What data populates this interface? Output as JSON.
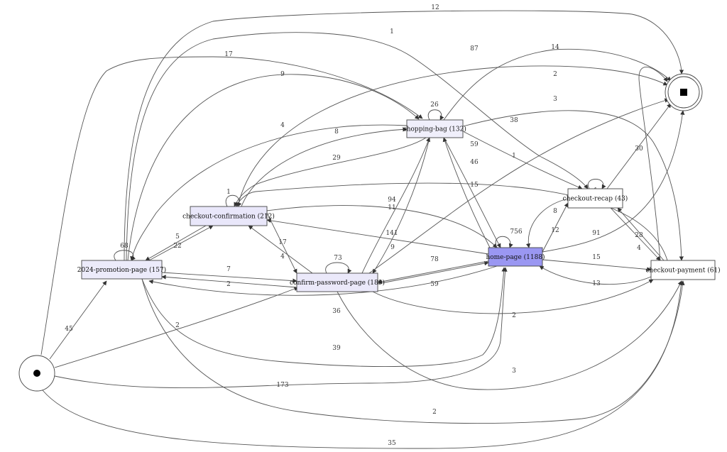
{
  "graph": {
    "start": {
      "id": "start"
    },
    "end": {
      "id": "end"
    },
    "nodes": [
      {
        "id": "promo",
        "label": "2024-promotion-page (157)",
        "fill": "#ecebfa"
      },
      {
        "id": "confirmation",
        "label": "checkout-confirmation (212)",
        "fill": "#e9e7fa"
      },
      {
        "id": "bag",
        "label": "shopping-bag (132)",
        "fill": "#f0effb"
      },
      {
        "id": "password",
        "label": "confirm-password-page (189)",
        "fill": "#ebe9fa"
      },
      {
        "id": "home",
        "label": "home-page (1188)",
        "fill": "#9a97f2"
      },
      {
        "id": "recap",
        "label": "checkout-recap (43)",
        "fill": "#ffffff"
      },
      {
        "id": "payment",
        "label": "checkout-payment (61)",
        "fill": "#ffffff"
      }
    ],
    "edges": [
      {
        "from": "start",
        "to": "promo",
        "label": "45"
      },
      {
        "from": "start",
        "to": "password",
        "label": "2"
      },
      {
        "from": "start",
        "to": "home",
        "label": "173"
      },
      {
        "from": "start",
        "to": "payment",
        "label": "35"
      },
      {
        "from": "start",
        "to": "bag",
        "label": "17"
      },
      {
        "from": "promo",
        "to": "promo",
        "label": "68"
      },
      {
        "from": "promo",
        "to": "end",
        "label": "12"
      },
      {
        "from": "promo",
        "to": "recap",
        "label": "1"
      },
      {
        "from": "promo",
        "to": "bag",
        "label": "9"
      },
      {
        "from": "promo",
        "to": "confirmation",
        "label": "5"
      },
      {
        "from": "promo",
        "to": "password",
        "label": "7"
      },
      {
        "from": "promo",
        "to": "home",
        "label": "39"
      },
      {
        "from": "promo",
        "to": "payment",
        "label": "2"
      },
      {
        "from": "bag",
        "to": "promo",
        "label": "4"
      },
      {
        "from": "bag",
        "to": "bag",
        "label": "26"
      },
      {
        "from": "bag",
        "to": "end",
        "label": "14"
      },
      {
        "from": "bag",
        "to": "confirmation",
        "label": "29"
      },
      {
        "from": "bag",
        "to": "password",
        "label": "9"
      },
      {
        "from": "bag",
        "to": "home",
        "label": "59"
      },
      {
        "from": "bag",
        "to": "recap",
        "label": "1"
      },
      {
        "from": "bag",
        "to": "payment",
        "label": "3"
      },
      {
        "from": "confirmation",
        "to": "confirmation",
        "label": "1"
      },
      {
        "from": "confirmation",
        "to": "promo",
        "label": "22"
      },
      {
        "from": "confirmation",
        "to": "bag",
        "label": "8"
      },
      {
        "from": "confirmation",
        "to": "end",
        "label": "87"
      },
      {
        "from": "confirmation",
        "to": "password",
        "label": "17"
      },
      {
        "from": "confirmation",
        "to": "home",
        "label": "94"
      },
      {
        "from": "password",
        "to": "password",
        "label": "73"
      },
      {
        "from": "password",
        "to": "promo",
        "label": "2"
      },
      {
        "from": "password",
        "to": "confirmation",
        "label": "4"
      },
      {
        "from": "password",
        "to": "bag",
        "label": "11"
      },
      {
        "from": "password",
        "to": "home",
        "label": "59"
      },
      {
        "from": "password",
        "to": "payment",
        "label": "3"
      },
      {
        "from": "password",
        "to": "end",
        "label": "38"
      },
      {
        "from": "home",
        "to": "home",
        "label": "756"
      },
      {
        "from": "home",
        "to": "promo",
        "label": "36"
      },
      {
        "from": "home",
        "to": "confirmation",
        "label": "141"
      },
      {
        "from": "home",
        "to": "bag",
        "label": "46"
      },
      {
        "from": "home",
        "to": "password",
        "label": "78"
      },
      {
        "from": "home",
        "to": "recap",
        "label": "12"
      },
      {
        "from": "home",
        "to": "payment",
        "label": "15"
      },
      {
        "from": "home",
        "to": "end",
        "label": "91"
      },
      {
        "from": "recap",
        "to": "recap",
        "label": "1"
      },
      {
        "from": "recap",
        "to": "home",
        "label": "8"
      },
      {
        "from": "recap",
        "to": "end",
        "label": "30"
      },
      {
        "from": "recap",
        "to": "payment",
        "label": "28"
      },
      {
        "from": "payment",
        "to": "recap",
        "label": "4"
      },
      {
        "from": "payment",
        "to": "home",
        "label": "13"
      },
      {
        "from": "payment",
        "to": "confirmation",
        "label": "15"
      },
      {
        "from": "payment",
        "to": "end",
        "label": "2"
      },
      {
        "from": "password",
        "to": "payment",
        "label": "2"
      }
    ]
  }
}
